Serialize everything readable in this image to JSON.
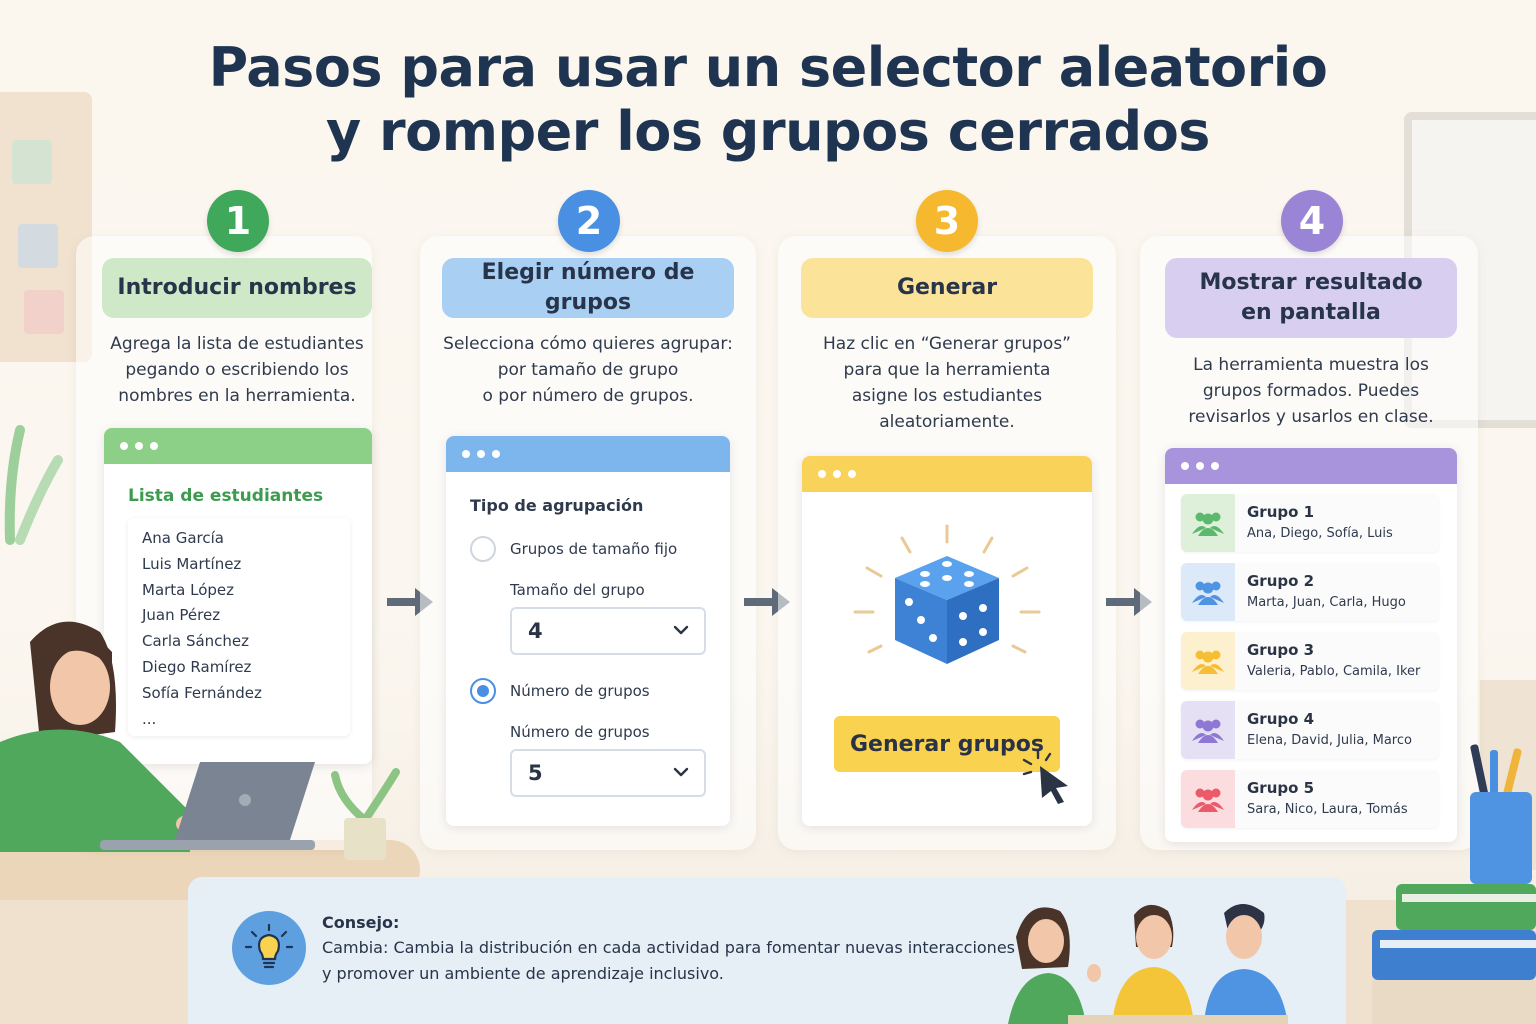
{
  "title": {
    "line1": "Pasos para usar un selector aleatorio",
    "line2": "y romper los grupos cerrados"
  },
  "colors": {
    "green": "#3fa85a",
    "blue": "#4a90e2",
    "yellow": "#f5b82e",
    "purple": "#9a84d6",
    "title": "#1f3451"
  },
  "steps": [
    {
      "number": "1",
      "heading": "Introducir nombres",
      "description": "Agrega la lista de estudiantes\npegando o escribiendo los\nnombres en la herramienta.",
      "list_title": "Lista de estudiantes",
      "students": [
        "Ana García",
        "Luis Martínez",
        "Marta López",
        "Juan Pérez",
        "Carla Sánchez",
        "Diego Ramírez",
        "Sofía Fernández",
        "..."
      ]
    },
    {
      "number": "2",
      "heading": "Elegir número de grupos",
      "description": "Selecciona cómo quieres agrupar:\npor tamaño de grupo\no por número de grupos.",
      "group_type_label": "Tipo de agrupación",
      "option_fixed_size": "Grupos de tamaño fijo",
      "group_size_label": "Tamaño del grupo",
      "group_size_value": "4",
      "option_group_count": "Número de grupos",
      "group_count_label": "Número de grupos",
      "group_count_value": "5",
      "selected_option": "group_count"
    },
    {
      "number": "3",
      "heading": "Generar",
      "description": "Haz clic en “Generar grupos”\npara que la herramienta\nasigne los estudiantes\naleatoriamente.",
      "button_label": "Generar grupos",
      "icon": "dice-icon"
    },
    {
      "number": "4",
      "heading": "Mostrar resultado\nen pantalla",
      "description": "La herramienta muestra los\ngrupos formados. Puedes\nrevisarlos y usarlos en clase.",
      "groups": [
        {
          "name": "Grupo 1",
          "members": "Ana, Diego, Sofía, Luis",
          "color": "#5cb86c"
        },
        {
          "name": "Grupo 2",
          "members": "Marta, Juan, Carla, Hugo",
          "color": "#4f94e2"
        },
        {
          "name": "Grupo 3",
          "members": "Valeria, Pablo, Camila, Iker",
          "color": "#f5be35"
        },
        {
          "name": "Grupo 4",
          "members": "Elena, David, Julia, Marco",
          "color": "#8f78d3"
        },
        {
          "name": "Grupo 5",
          "members": "Sara, Nico, Laura, Tomás",
          "color": "#ec5a6a"
        }
      ]
    }
  ],
  "tip": {
    "label": "Consejo:",
    "text": "Cambia: Cambia la distribución en cada actividad para fomentar nuevas interacciones y promover un ambiente de aprendizaje inclusivo.",
    "icon": "lightbulb-icon"
  }
}
